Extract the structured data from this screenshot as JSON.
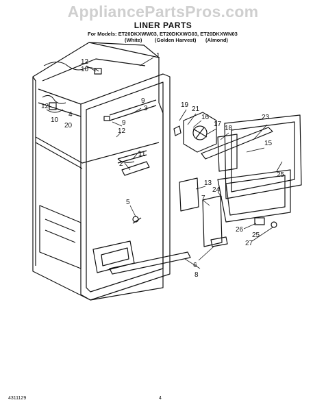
{
  "watermark": "AppliancePartsPros.com",
  "title": "LINER PARTS",
  "models_line": "For Models: ET20DKXWW03, ET20DKXWG03, ET20DKXWN03",
  "colors": [
    "(White)",
    "(Golden Harvest)",
    "(Almond)"
  ],
  "footer_code": "4311129",
  "footer_page": "4",
  "callouts": [
    "1",
    "12",
    "10",
    "9",
    "3",
    "19",
    "21",
    "16",
    "17",
    "18",
    "23",
    "15",
    "9",
    "12",
    "11",
    "2",
    "12",
    "10",
    "4",
    "20",
    "13",
    "7",
    "24",
    "25",
    "26",
    "25",
    "27",
    "5",
    "6",
    "8"
  ]
}
